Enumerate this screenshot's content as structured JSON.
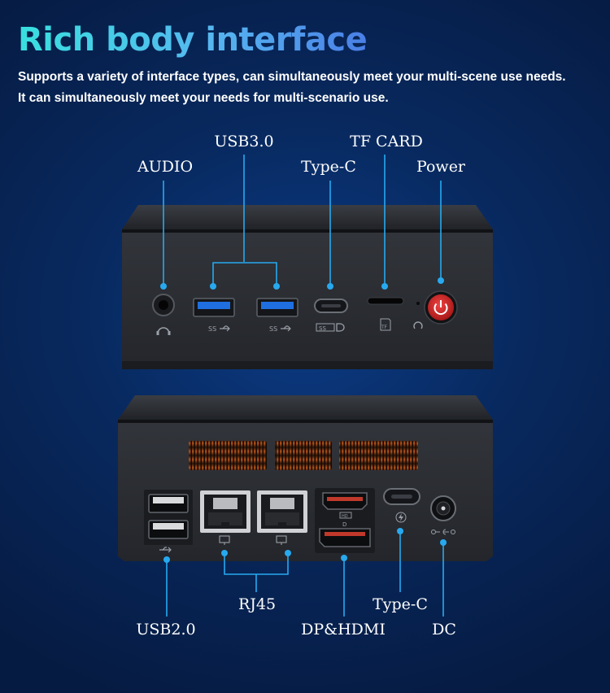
{
  "header": {
    "title": "Rich body interface",
    "line1": "Supports a variety of interface types, can simultaneously meet your multi-scene use needs.",
    "line2": "It can simultaneously meet your needs for multi-scenario use."
  },
  "front_labels": {
    "audio": "AUDIO",
    "usb3": "USB3.0",
    "typec": "Type-C",
    "tf": "TF CARD",
    "power": "Power"
  },
  "back_labels": {
    "usb2": "USB2.0",
    "rj45": "RJ45",
    "dp_hdmi": "DP&HDMI",
    "typec": "Type-C",
    "dc": "DC"
  },
  "port_marks": {
    "usb_ss": "SS",
    "typec_ss": "SS",
    "tf": "TF",
    "hd": "HD",
    "dp": "D"
  },
  "colors": {
    "accent_line": "#27a9f0",
    "power_button": "#d72b2b",
    "chassis": "#2c2f35",
    "usb3_blue": "#1f6fe0"
  }
}
